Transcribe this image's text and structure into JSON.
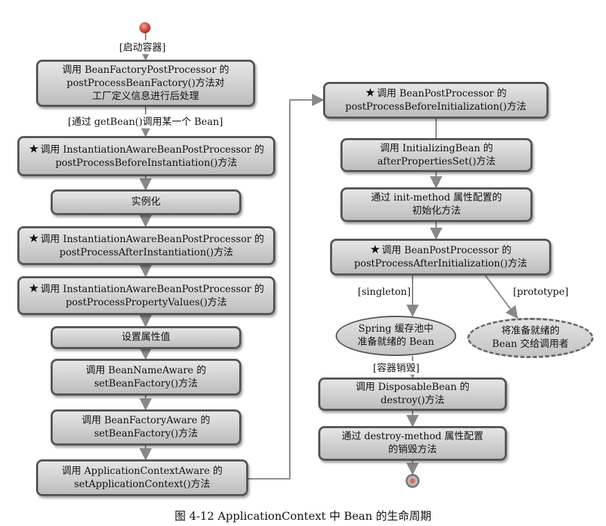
{
  "nodes": [
    {
      "id": "n1",
      "lines": [
        "调用 BeanFactoryPostProcessor 的",
        "postProcessBeanFactory()方法对",
        "工厂定义信息进行后处理"
      ],
      "star": false
    },
    {
      "id": "n2",
      "lines": [
        "调用 InstantiationAwareBeanPostProcessor 的",
        "postProcessBeforeInstantiation()方法"
      ],
      "star": true
    },
    {
      "id": "n3",
      "lines": [
        "实例化"
      ],
      "star": false
    },
    {
      "id": "n4",
      "lines": [
        "调用 InstantiationAwareBeanPostProcessor 的",
        "postProcessAfterInstantiation()方法"
      ],
      "star": true
    },
    {
      "id": "n5",
      "lines": [
        "调用 InstantiationAwareBeanPostProcessor 的",
        "postProcessPropertyValues()方法"
      ],
      "star": true
    },
    {
      "id": "n6",
      "lines": [
        "设置属性值"
      ],
      "star": false
    },
    {
      "id": "n7",
      "lines": [
        "调用 BeanNameAware 的",
        "setBeanFactory()方法"
      ],
      "star": false
    },
    {
      "id": "n8",
      "lines": [
        "调用 BeanFactoryAware 的",
        "setBeanFactory()方法"
      ],
      "star": false
    },
    {
      "id": "n9",
      "lines": [
        "调用 ApplicationContextAware 的",
        "setApplicationContext()方法"
      ],
      "star": false
    },
    {
      "id": "n10",
      "lines": [
        "调用 BeanPostProcessor 的",
        "postProcessBeforeInitialization()方法"
      ],
      "star": true
    },
    {
      "id": "n11",
      "lines": [
        "调用 InitializingBean 的",
        "afterPropertiesSet()方法"
      ],
      "star": false
    },
    {
      "id": "n12",
      "lines": [
        "通过 init-method 属性配置的",
        "初始化方法"
      ],
      "star": false
    },
    {
      "id": "n13",
      "lines": [
        "调用 BeanPostProcessor 的",
        "postProcessAfterInitialization()方法"
      ],
      "star": true
    },
    {
      "id": "n14",
      "lines": [
        "Spring 缓存池中",
        "准备就绪的 Bean"
      ],
      "star": false
    },
    {
      "id": "n15",
      "lines": [
        "将准备就绪的",
        "Bean 交给调用者"
      ],
      "star": false
    },
    {
      "id": "n16",
      "lines": [
        "调用 DisposableBean 的",
        "destroy()方法"
      ],
      "star": false
    },
    {
      "id": "n17",
      "lines": [
        "通过 destroy-method 属性配置",
        "的销毁方法"
      ],
      "star": false
    }
  ],
  "labels": {
    "start": "[启动容器]",
    "getbean": "[通过 getBean()调用某一个 Bean]",
    "singleton": "[singleton]",
    "prototype": "[prototype]",
    "destroy": "[容器销毁]"
  },
  "star_symbol": "★",
  "caption": "图 4-12   ApplicationContext 中 Bean 的生命周期",
  "colors": {
    "start_node": "#c0392b",
    "end_node": "#8a8a8a",
    "box_fill": "#d4d4d4",
    "border": "#555555",
    "arrow": "#888888"
  }
}
